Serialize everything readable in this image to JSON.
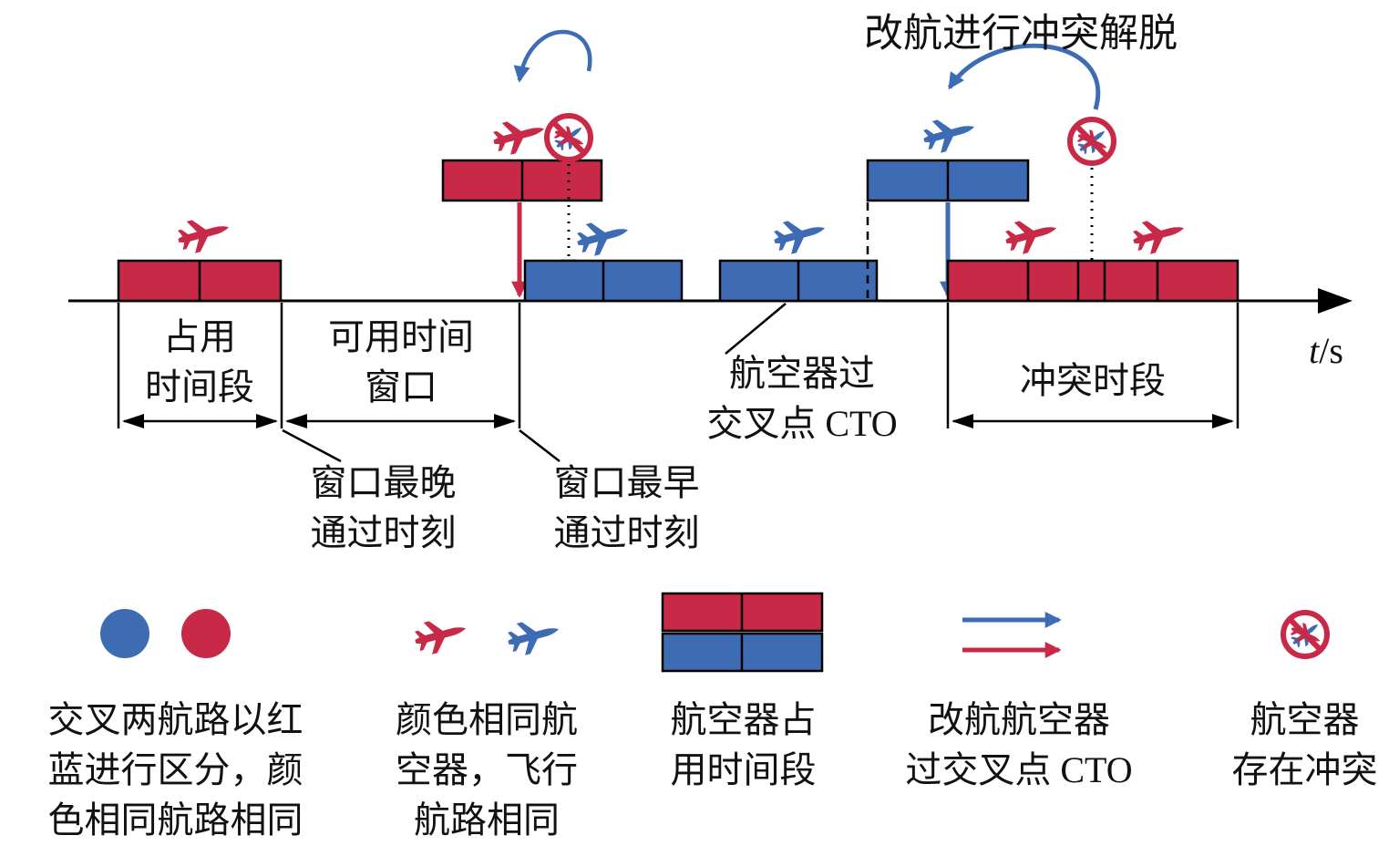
{
  "colors": {
    "red": "#c82946",
    "blue": "#3d6cb4"
  },
  "timeline": {
    "top_annotation": "改航进行冲突解脱",
    "axis_label_t": "t",
    "axis_label_unit": "/s",
    "occupied_label": [
      "占用",
      "时间段"
    ],
    "window_label": [
      "可用时间",
      "窗口"
    ],
    "cto_label": [
      "航空器过",
      "交叉点 CTO"
    ],
    "conflict_label": "冲突时段",
    "latest_label": [
      "窗口最晚",
      "通过时刻"
    ],
    "earliest_label": [
      "窗口最早",
      "通过时刻"
    ]
  },
  "legend": {
    "route_colors_text": [
      "交叉两航路以红",
      "蓝进行区分，颜",
      "色相同航路相同"
    ],
    "aircraft_colors_text": [
      "颜色相同航",
      "空器，飞行",
      "航路相同"
    ],
    "occupied_block_text": [
      "航空器占",
      "用时间段"
    ],
    "reroute_arrow_text": [
      "改航航空器",
      "过交叉点 CTO"
    ],
    "conflict_icon_text": [
      "航空器",
      "存在冲突"
    ]
  }
}
